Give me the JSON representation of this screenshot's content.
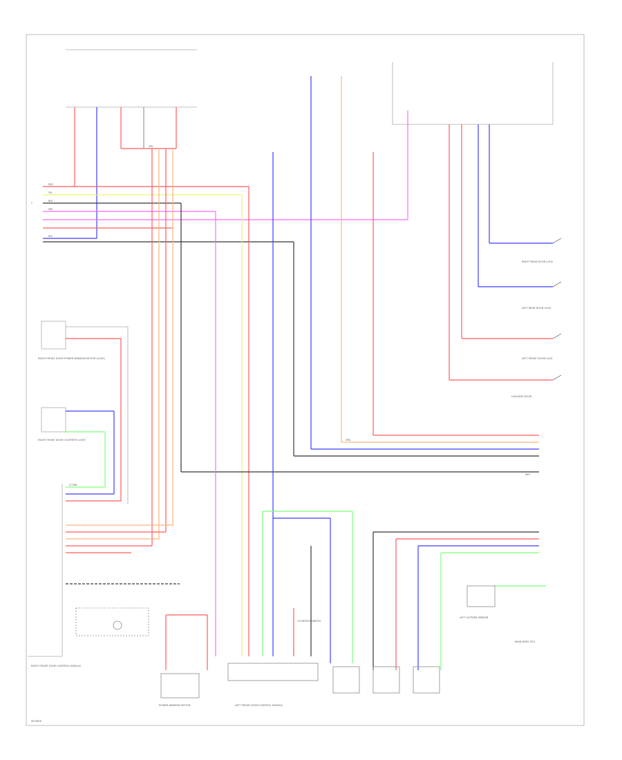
{
  "diagram": {
    "footer_code": "W75600",
    "connector_left": "C",
    "wire_codes": {
      "red": "RED",
      "blue": "BLU",
      "yellow": "YEL",
      "black": "BLK",
      "pink": "PNK",
      "orange": "ORN",
      "light_green": "LT GRN",
      "grey": "GRY",
      "white": "WHT"
    },
    "components": {
      "right_front_door_lock": "RIGHT FRONT DOOR POWER WINDOW MOTOR (LOCK)",
      "right_front_door_courtesy": "RIGHT FRONT DOOR COURTESY LIGHT",
      "right_front_door_module": "RIGHT FRONT DOOR CONTROL MODULE",
      "right_rear_door": "RIGHT REAR DOOR LOCK",
      "left_rear_door": "LEFT REAR DOOR LOCK",
      "left_front_door_lock": "LEFT FRONT DOOR LOCK",
      "left_outside_mirror": "LEFT OUTSIDE MIRROR",
      "left_front_door_module": "LEFT FRONT DOOR CONTROL MODULE",
      "luggage_door": "LUGGAGE DOOR",
      "main_body_ecu": "MAIN BODY ECU",
      "courtesy_switch": "COURTESY SWITCH",
      "power_window_motor": "POWER WINDOW MOTOR"
    },
    "colors": {
      "red": "#ff5a5a",
      "blue": "#3b3bff",
      "yellow": "#f0f07a",
      "pink": "#ff66ff",
      "orange": "#ffb37a",
      "green": "#7aff7a",
      "black": "#333333",
      "grey": "#999999"
    }
  }
}
